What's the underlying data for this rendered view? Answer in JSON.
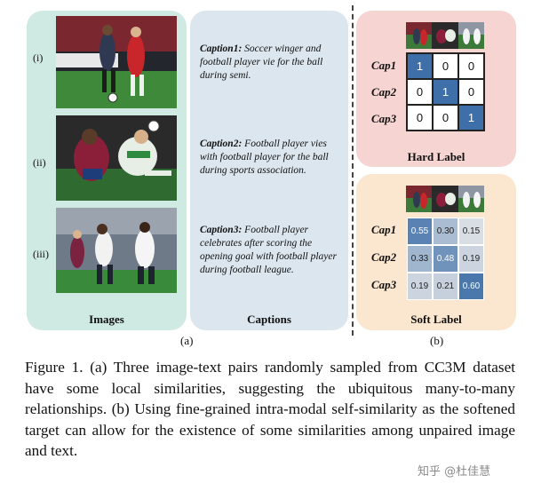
{
  "panels": {
    "images_title": "Images",
    "captions_title": "Captions",
    "hard_title": "Hard Label",
    "soft_title": "Soft Label"
  },
  "pairs": [
    {
      "numeral": "(i)",
      "caption_lead": "Caption1:",
      "caption_text": "Soccer winger and football player vie for the ball during semi."
    },
    {
      "numeral": "(ii)",
      "caption_lead": "Caption2:",
      "caption_text": "Football player vies with football player for the ball during sports association."
    },
    {
      "numeral": "(iii)",
      "caption_lead": "Caption3:",
      "caption_text": "Football player celebrates after scoring the opening goal with football player during football league."
    }
  ],
  "hard_label": {
    "rows": [
      "Cap1",
      "Cap2",
      "Cap3"
    ],
    "values": [
      [
        "1",
        "0",
        "0"
      ],
      [
        "0",
        "1",
        "0"
      ],
      [
        "0",
        "0",
        "1"
      ]
    ]
  },
  "soft_label": {
    "rows": [
      "Cap1",
      "Cap2",
      "Cap3"
    ],
    "values": [
      [
        "0.55",
        "0.30",
        "0.15"
      ],
      [
        "0.33",
        "0.48",
        "0.19"
      ],
      [
        "0.19",
        "0.21",
        "0.60"
      ]
    ]
  },
  "sublabels": {
    "a": "(a)",
    "b": "(b)"
  },
  "figure_caption": "Figure 1. (a) Three image-text pairs randomly sampled from CC3M dataset have some local similarities, suggesting the ubiquitous many-to-many relationships. (b) Using fine-grained intra-modal self-similarity as the softened target can allow for the existence of some similarities among unpaired image and text.",
  "watermark": "知乎 @杜佳慧",
  "colors": {
    "images_panel": "#cfe9e3",
    "captions_panel": "#dbe6ef",
    "hard_panel": "#f6d4d1",
    "soft_panel": "#fbe6cf",
    "hard_active": "#3f6fa8",
    "soft_scale_high": "#4a78ad",
    "soft_scale_low": "#d9dee4"
  }
}
